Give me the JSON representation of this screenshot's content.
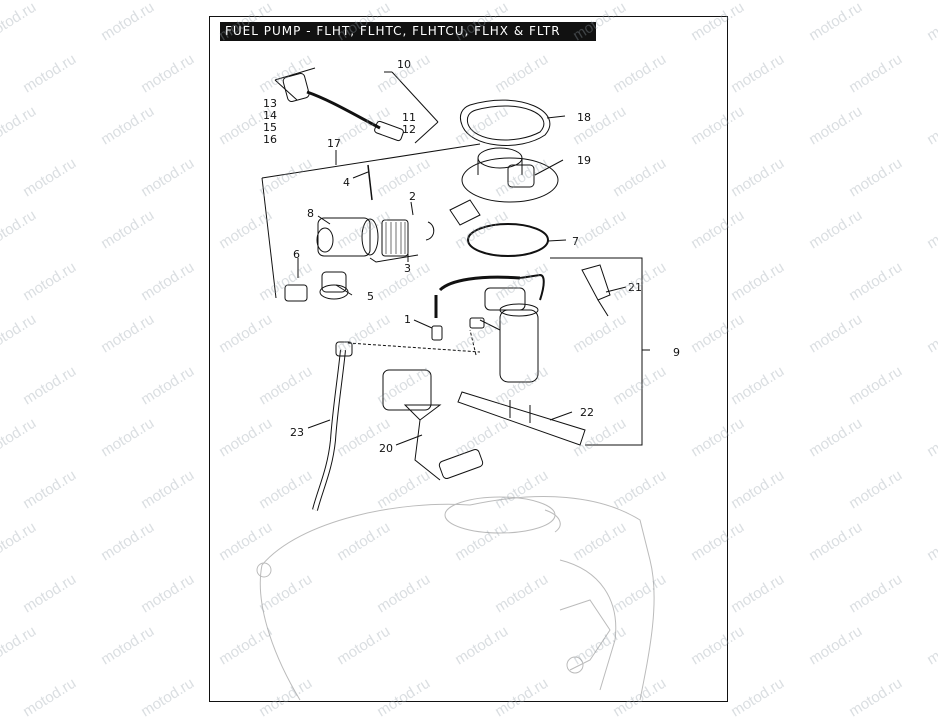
{
  "title": "FUEL PUMP - FLHT, FLHTC, FLHTCU, FLHX & FLTR",
  "watermark": "motod.ru",
  "callouts": [
    "1",
    "2",
    "3",
    "4",
    "5",
    "6",
    "7",
    "8",
    "9",
    "10",
    "11",
    "12",
    "13",
    "14",
    "15",
    "16",
    "17",
    "18",
    "19",
    "20",
    "21",
    "22",
    "23"
  ],
  "colors": {
    "line": "#111111",
    "watermark": "#9aa0aa",
    "title_bg": "#111111",
    "title_text": "#ffffff"
  }
}
